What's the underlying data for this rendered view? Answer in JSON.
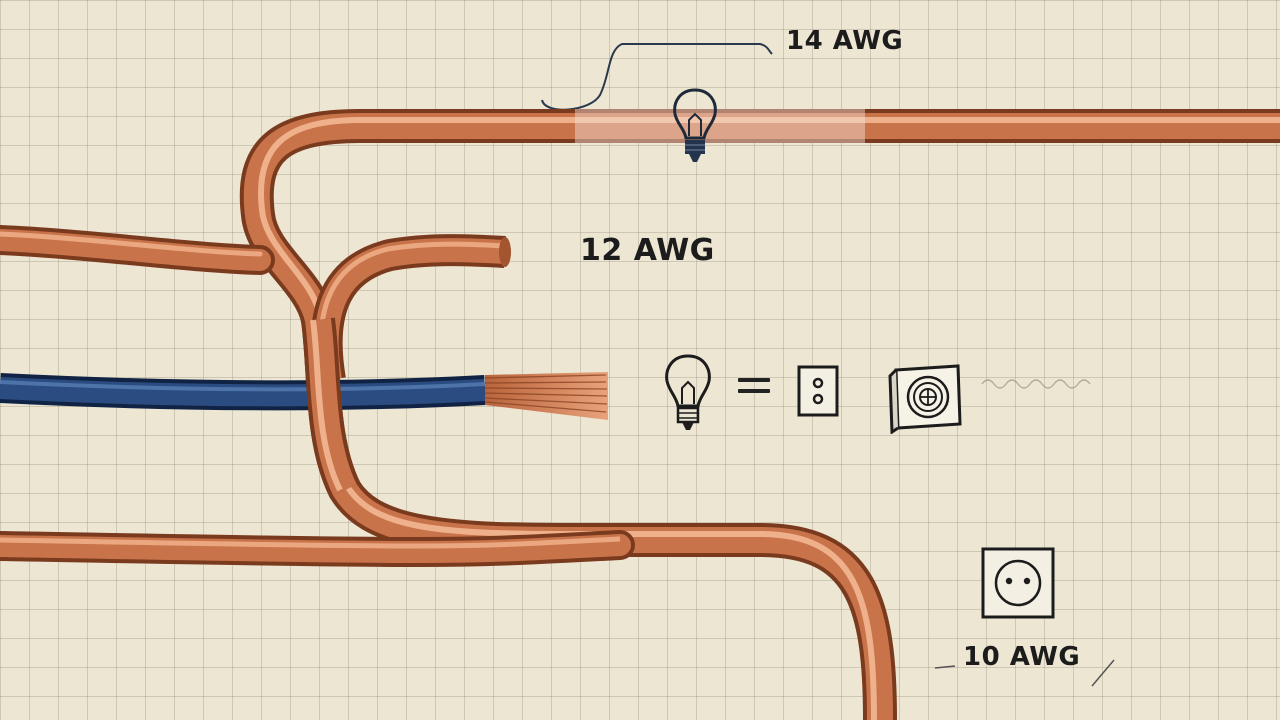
{
  "labels": {
    "awg_14": "14 AWG",
    "awg_12": "12 AWG",
    "awg_10": "10 AWG"
  },
  "icons": {
    "top_bulb": "light-bulb-icon",
    "legend_bulb": "light-bulb-icon",
    "equals": "equals-icon",
    "switch_plate": "light-switch-icon",
    "appliance": "appliance-icon",
    "outlet": "outlet-icon"
  },
  "colors": {
    "copper": "#c8734a",
    "copper_dark": "#8a4424",
    "copper_light": "#f0b08a",
    "blue_insulation": "#213f6b",
    "grid_paper": "#ece6d3",
    "ink": "#1c1c1c"
  }
}
